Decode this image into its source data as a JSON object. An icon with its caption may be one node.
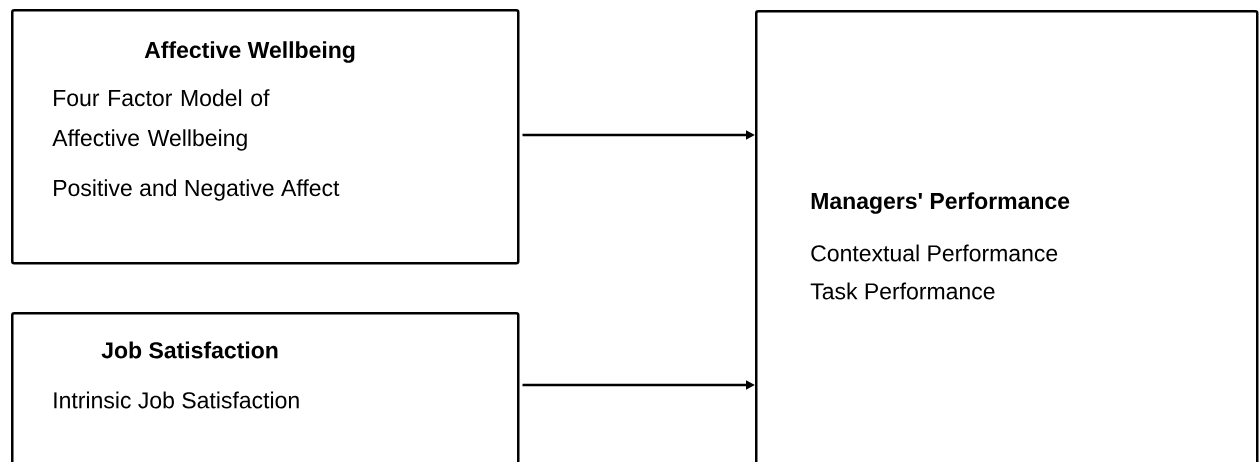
{
  "diagram": {
    "nodes": [
      {
        "text": [
          "Affective Wellbeing",
          "Four Factor Model of Affective Wellbeing",
          "Positive and Negative Affect"
        ]
      },
      {
        "text": [
          "Job Satisfaction",
          "Intrinsic Job Satisfaction"
        ]
      },
      {
        "text": [
          "Managers' Performance",
          "Contextual Performance",
          "Task Performance"
        ]
      }
    ],
    "edges": [
      {
        "from": 0,
        "to": 2,
        "arrow": "to"
      },
      {
        "from": 1,
        "to": 2,
        "arrow": "to"
      }
    ]
  }
}
